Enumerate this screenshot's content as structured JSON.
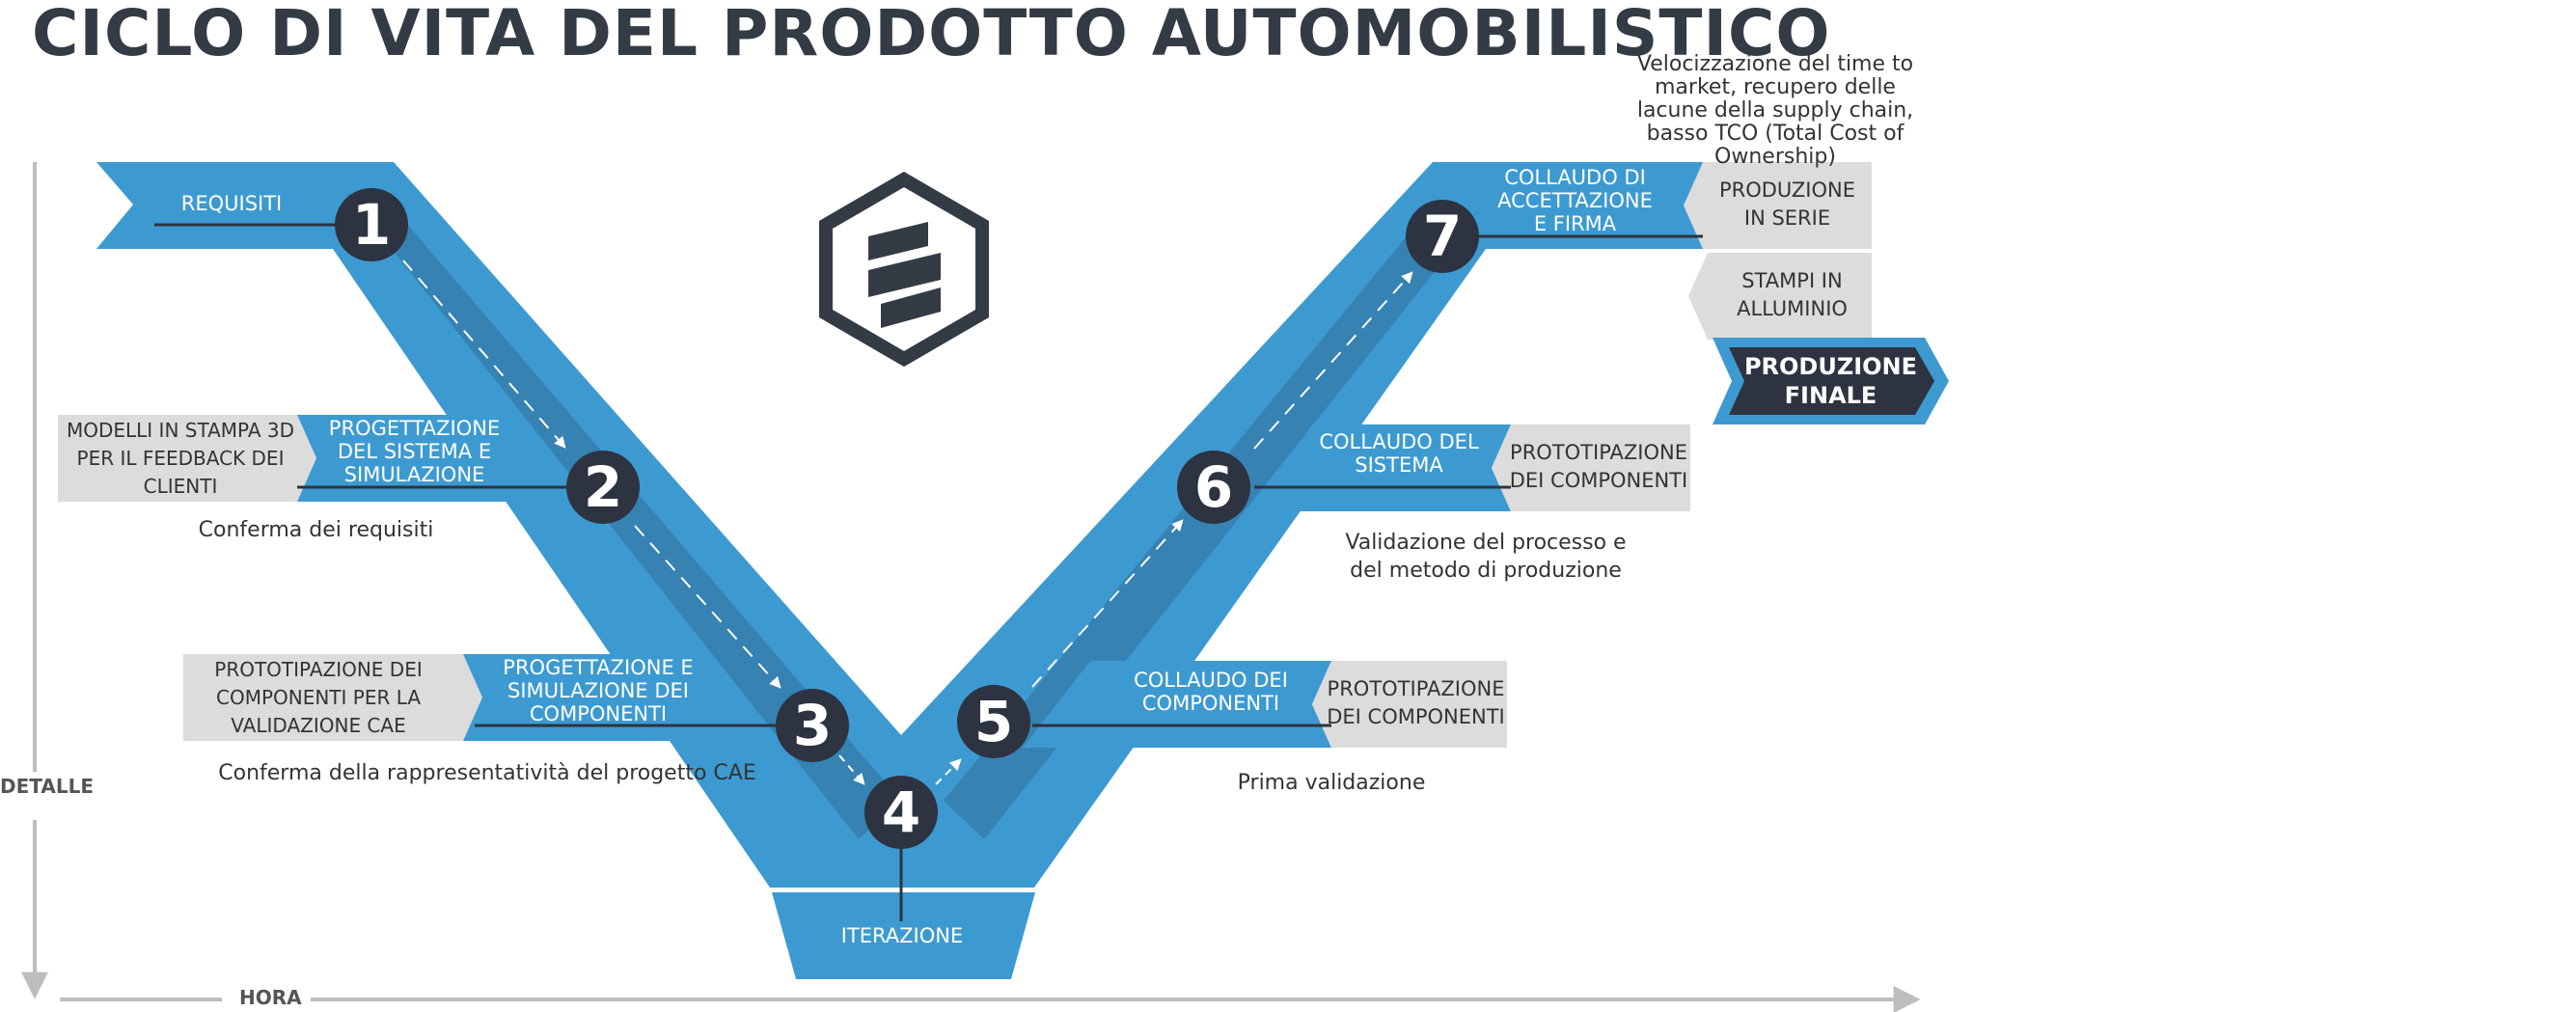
{
  "title": "CICLO DI VITA DEL PRODOTTO AUTOMOBILISTICO",
  "axes": {
    "vertical": "DETALLE",
    "horizontal": "HORA"
  },
  "colors": {
    "blue": "#3d9ad1",
    "dark_blue": "#2f6f9a",
    "navy": "#2d3340",
    "grey": "#dcdcdc",
    "text": "#333333"
  },
  "logo": {
    "icon": "hexagon-logo-icon"
  },
  "steps": [
    {
      "number": "1",
      "label": "REQUISITI"
    },
    {
      "number": "2",
      "label": "PROGETTAZIONE DEL SISTEMA E SIMULAZIONE",
      "aside": "MODELLI IN STAMPA 3D PER IL FEEDBACK DEI CLIENTI",
      "note": "Conferma dei requisiti"
    },
    {
      "number": "3",
      "label": "PROGETTAZIONE E SIMULAZIONE DEI COMPONENTI",
      "aside": "PROTOTIPAZIONE DEI COMPONENTI PER LA VALIDAZIONE CAE",
      "note": "Conferma della rappresentatività del progetto CAE"
    },
    {
      "number": "4",
      "label": "ITERAZIONE"
    },
    {
      "number": "5",
      "label": "COLLAUDO DEI COMPONENTI",
      "aside": "PROTOTIPAZIONE DEI COMPONENTI",
      "note": "Prima validazione"
    },
    {
      "number": "6",
      "label": "COLLAUDO DEL SISTEMA",
      "aside": "PROTOTIPAZIONE DEI COMPONENTI",
      "note": "Validazione del processo e del metodo di produzione"
    },
    {
      "number": "7",
      "label": "COLLAUDO DI ACCETTAZIONE E FIRMA",
      "aside": "PRODUZIONE IN SERIE"
    }
  ],
  "extra": {
    "stampi": "STAMPI IN ALLUMINIO",
    "final": "PRODUZIONE FINALE",
    "top_note": "Velocizzazione del time to market, recupero delle lacune della supply chain, basso TCO (Total Cost of Ownership)"
  }
}
